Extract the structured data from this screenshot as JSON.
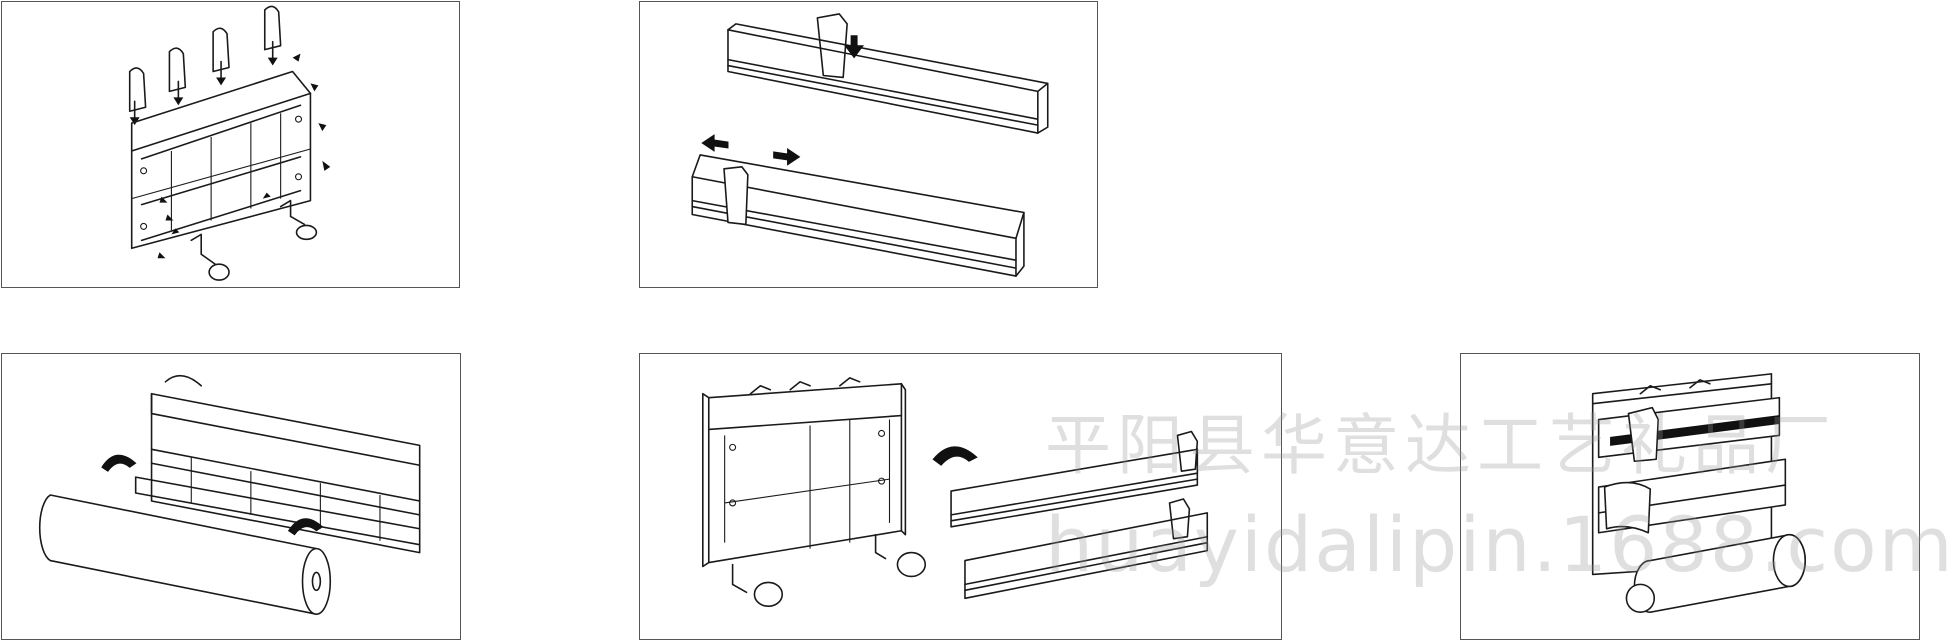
{
  "watermark": {
    "line1": "平阳县华意达工艺礼品厂",
    "line2": "huayidalipin.1688.com",
    "color": "#969696"
  },
  "panels": [
    {
      "name": "step-1-mount-brackets"
    },
    {
      "name": "step-2-attach-cutter"
    },
    {
      "name": "step-3-load-roll"
    },
    {
      "name": "step-4-hang-rails"
    },
    {
      "name": "step-5-assembled"
    }
  ]
}
